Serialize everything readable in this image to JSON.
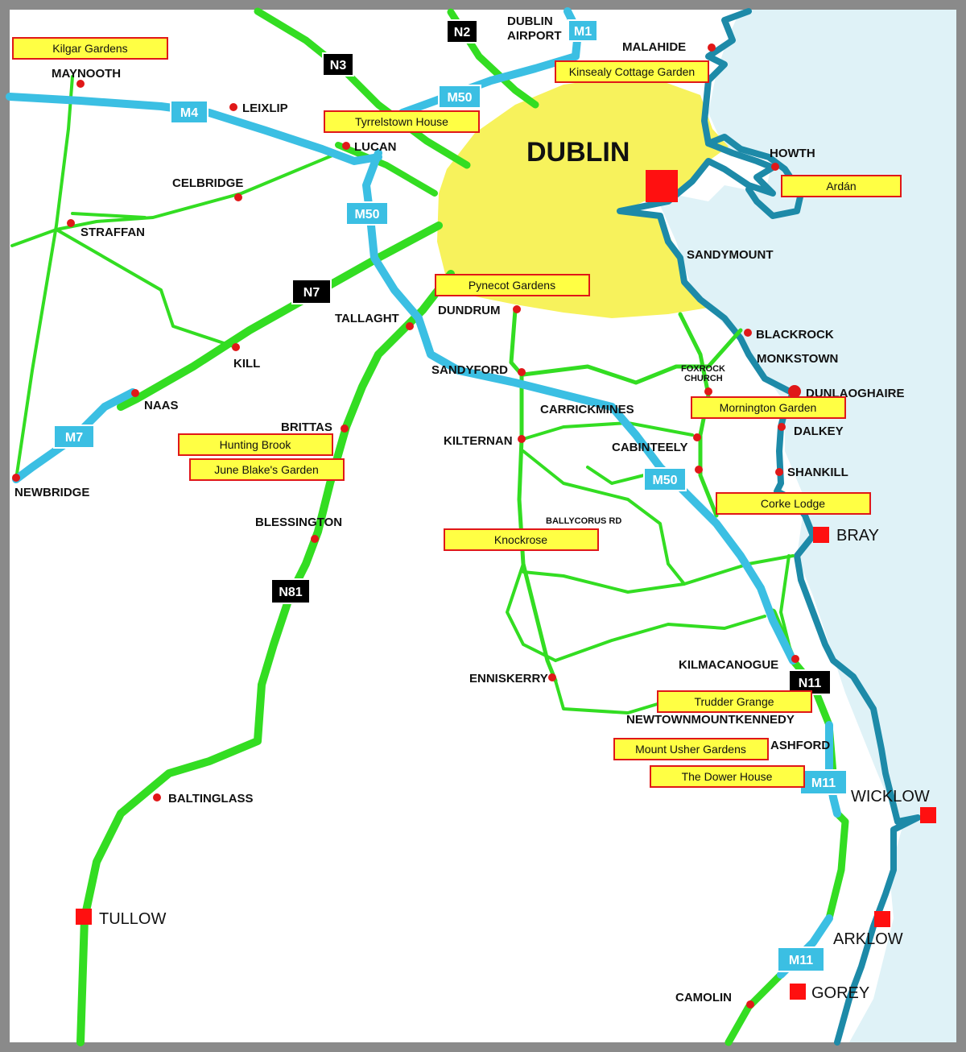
{
  "colors": {
    "land": "#ffffff",
    "sea": "#dff2f7",
    "frame": "#8a8a8a",
    "city_area": "#f7f25c",
    "national_road": "#33dd22",
    "motorway": "#3bbfe3",
    "coastline": "#1d8aa8",
    "town_dot": "#e01818",
    "major_town": "#ff1010",
    "garden_box_fill": "#ffff44",
    "garden_box_border": "#e01818",
    "n_route_shield": "#000000"
  },
  "city": {
    "name": "DUBLIN"
  },
  "road_shields": {
    "national": [
      "N2",
      "N3",
      "N7",
      "N81",
      "N11"
    ],
    "motorway": [
      "M1",
      "M50",
      "M4",
      "M50",
      "M7",
      "M50",
      "M11",
      "M11"
    ]
  },
  "gardens": [
    "Kilgar Gardens",
    "Kinsealy Cottage Garden",
    "Tyrrelstown House",
    "Ardán",
    "Pynecot Gardens",
    "Mornington Garden",
    "Hunting Brook",
    "June Blake's Garden",
    "Corke Lodge",
    "Knockrose",
    "Trudder Grange",
    "Mount Usher Gardens",
    "The Dower House"
  ],
  "towns": [
    "DUBLIN AIRPORT",
    "MALAHIDE",
    "MAYNOOTH",
    "LEIXLIP",
    "LUCAN",
    "CELBRIDGE",
    "STRAFFAN",
    "HOWTH",
    "SANDYMOUNT",
    "TALLAGHT",
    "DUNDRUM",
    "KILL",
    "NAAS",
    "BLACKROCK",
    "MONKSTOWN",
    "SANDYFORD",
    "FOXROCK CHURCH",
    "DUNLAOGHAIRE",
    "CARRICKMINES",
    "BRITTAS",
    "KILTERNAN",
    "CABINTEELY",
    "DALKEY",
    "NEWBRIDGE",
    "SHANKILL",
    "BLESSINGTON",
    "BALLYCORUS RD",
    "BRAY",
    "KILMACANOGUE",
    "ENNISKERRY",
    "NEWTOWNMOUNTKENNEDY",
    "ASHFORD",
    "WICKLOW",
    "BALTINGLASS",
    "TULLOW",
    "ARKLOW",
    "GOREY",
    "CAMOLIN"
  ]
}
